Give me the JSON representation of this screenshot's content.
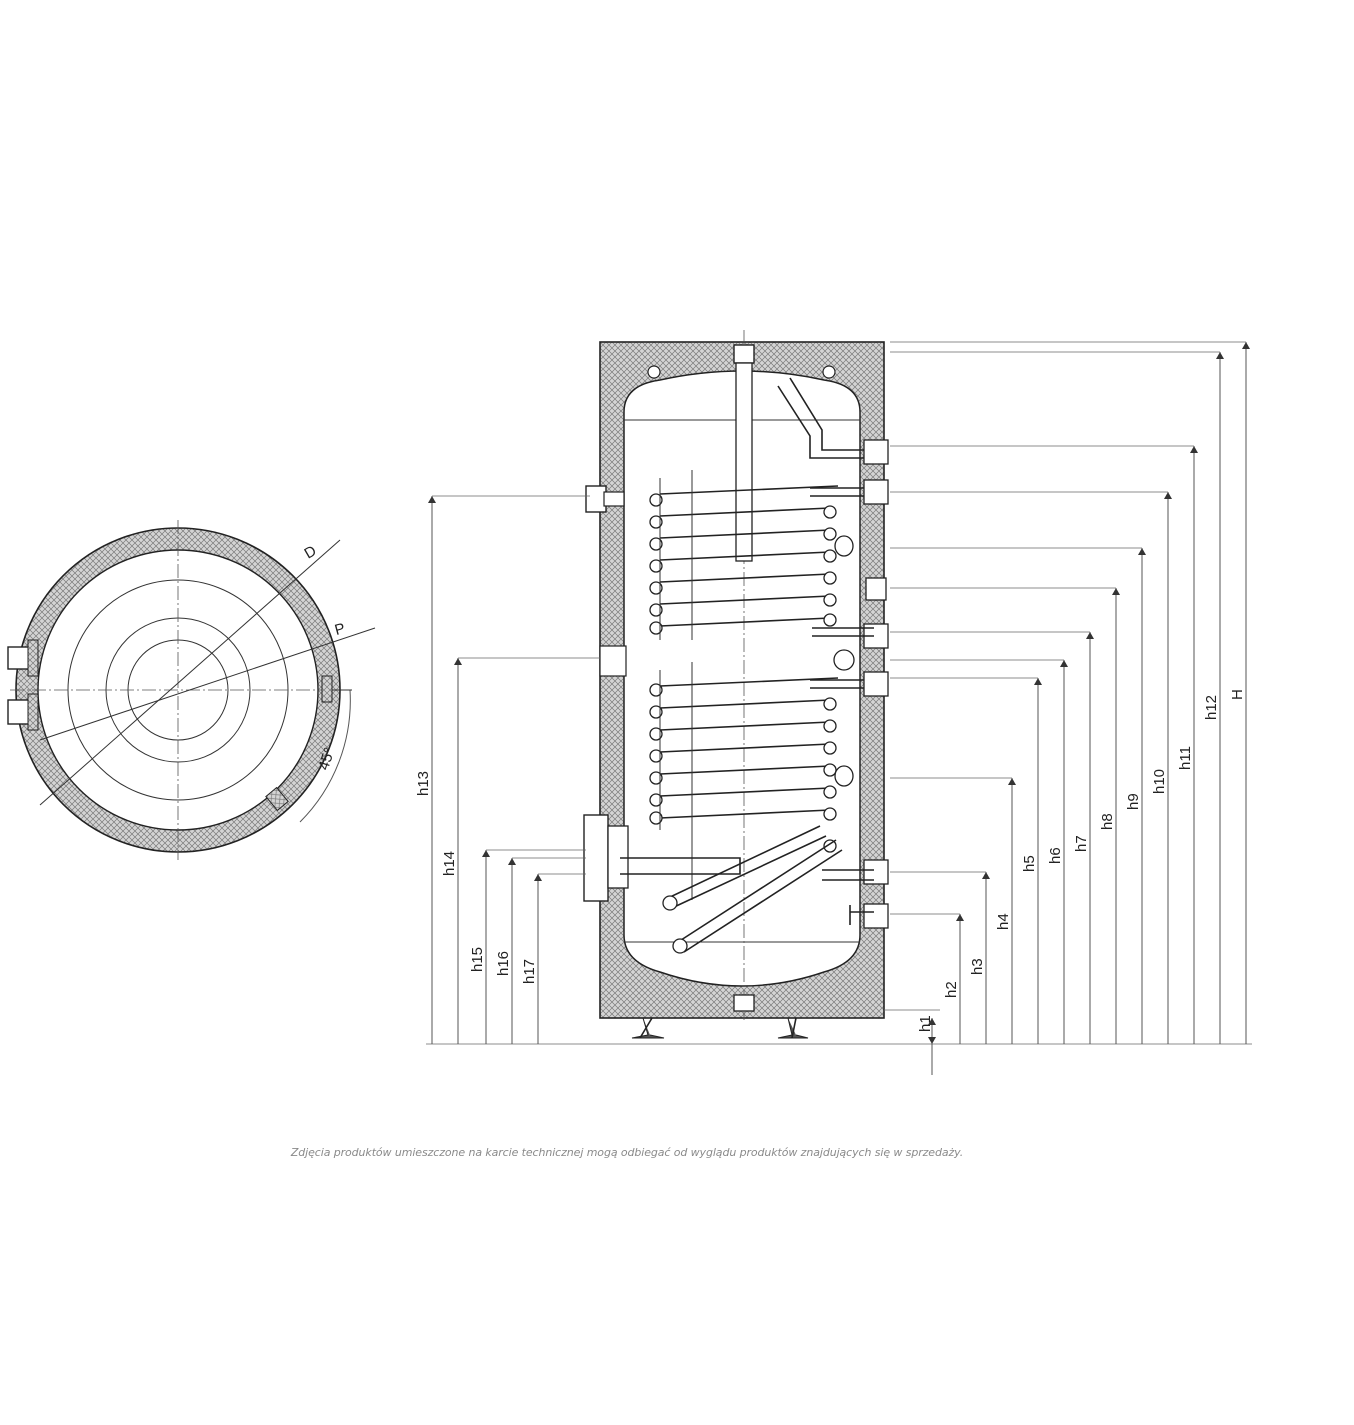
{
  "top_view": {
    "labels": {
      "D": "D",
      "P": "P",
      "angle": "45°"
    }
  },
  "side_view": {
    "right_dims": [
      "h1",
      "h2",
      "h3",
      "h4",
      "h5",
      "h6",
      "h7",
      "h8",
      "h9",
      "h10",
      "h11",
      "h12",
      "H"
    ],
    "left_dims": [
      "h13",
      "h14",
      "h15",
      "h16",
      "h17"
    ]
  },
  "caption": "Zdjęcia produktów umieszczone na karcie technicznej mogą odbiegać od wyglądu produktów znajdujących się w sprzedaży.",
  "colors": {
    "line": "#222222",
    "insulation": "#bdbdbd",
    "caption": "#8a8a8a"
  }
}
